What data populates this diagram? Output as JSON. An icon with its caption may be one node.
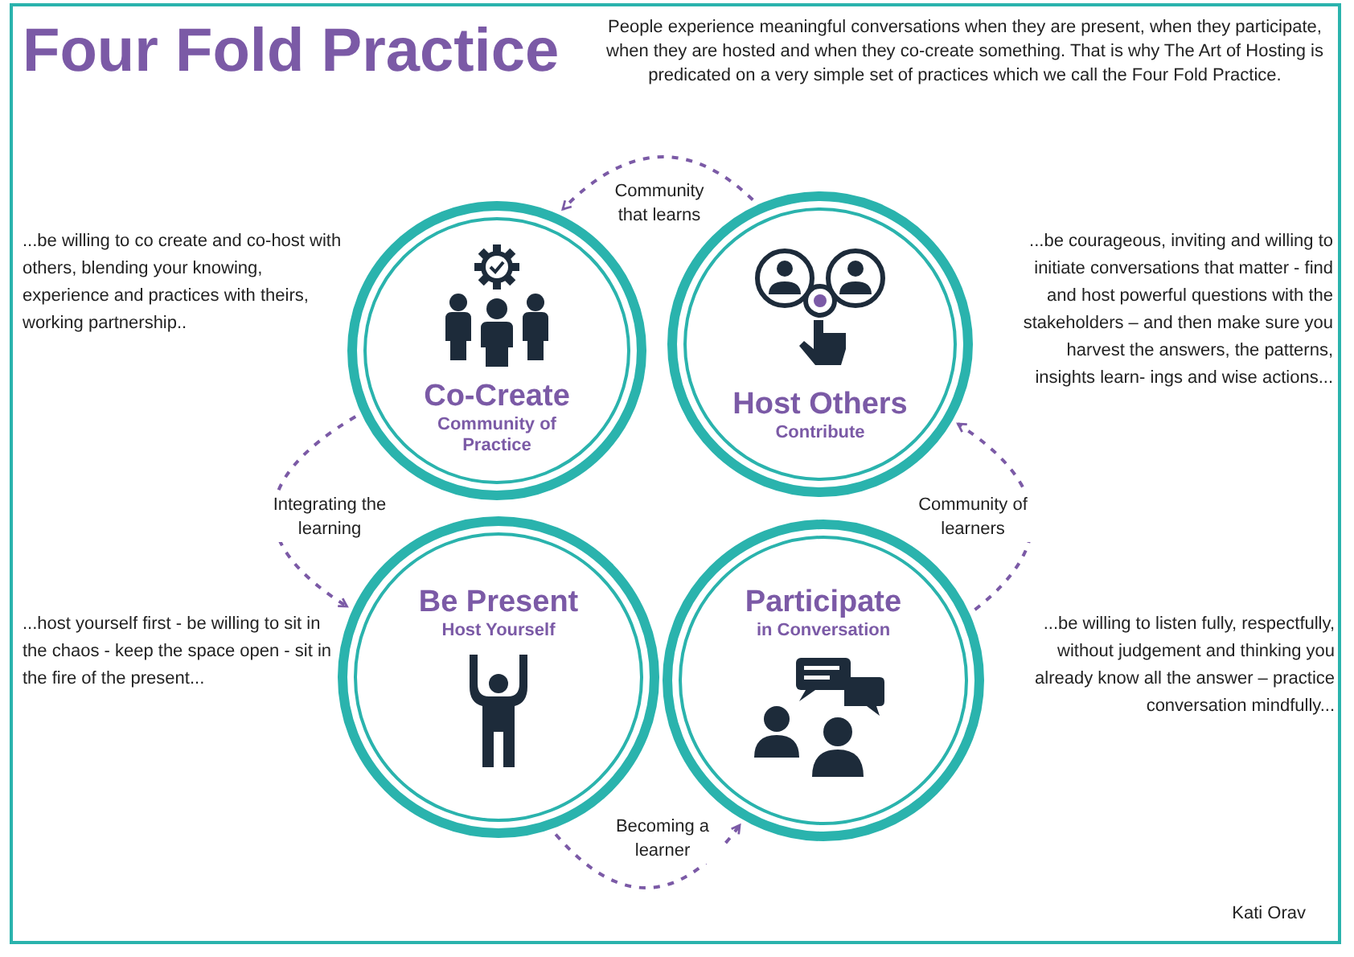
{
  "diagram": {
    "title": "Four Fold Practice",
    "nodes": [
      {
        "text": [
          "Co-Create",
          "Community of Practice"
        ]
      },
      {
        "text": [
          "Host Others",
          "Contribute"
        ]
      },
      {
        "text": [
          "Be Present",
          "Host Yourself"
        ]
      },
      {
        "text": [
          "Participate",
          "in Conversation"
        ]
      }
    ],
    "edges": [
      {
        "from": 1,
        "to": 0,
        "arrow": "to",
        "label": "Community that learns",
        "style": "dashed"
      },
      {
        "from": 0,
        "to": 2,
        "arrow": "to",
        "label": "Integrating the learning",
        "style": "dashed"
      },
      {
        "from": 2,
        "to": 3,
        "arrow": "to",
        "label": "Becoming a learner",
        "style": "dashed"
      },
      {
        "from": 3,
        "to": 1,
        "arrow": "to",
        "label": "Community of learners",
        "style": "dashed"
      }
    ],
    "labels": [
      "People experience meaningful conversations when they are present, when they participate, when they are hosted and when they co-create something. That is why The Art of Hosting is predicated on a very simple set of practices which we call the Four Fold Practice.",
      "...be willing to co create and co-host with others, blending your knowing, experience and practices with theirs, working partnership..",
      "...be courageous, inviting and willing to initiate conversations that matter - find and host powerful questions with the stakeholders – and then make sure you harvest the answers, the patterns, insights learn- ings and wise actions...",
      "...host yourself first - be willing to sit in the chaos - keep the space open - sit in the fire of the present...",
      "...be willing to listen fully, respectfully, without judgement and thinking you already know all the answer – practice conversation mindfully...",
      "Kati Orav"
    ]
  }
}
